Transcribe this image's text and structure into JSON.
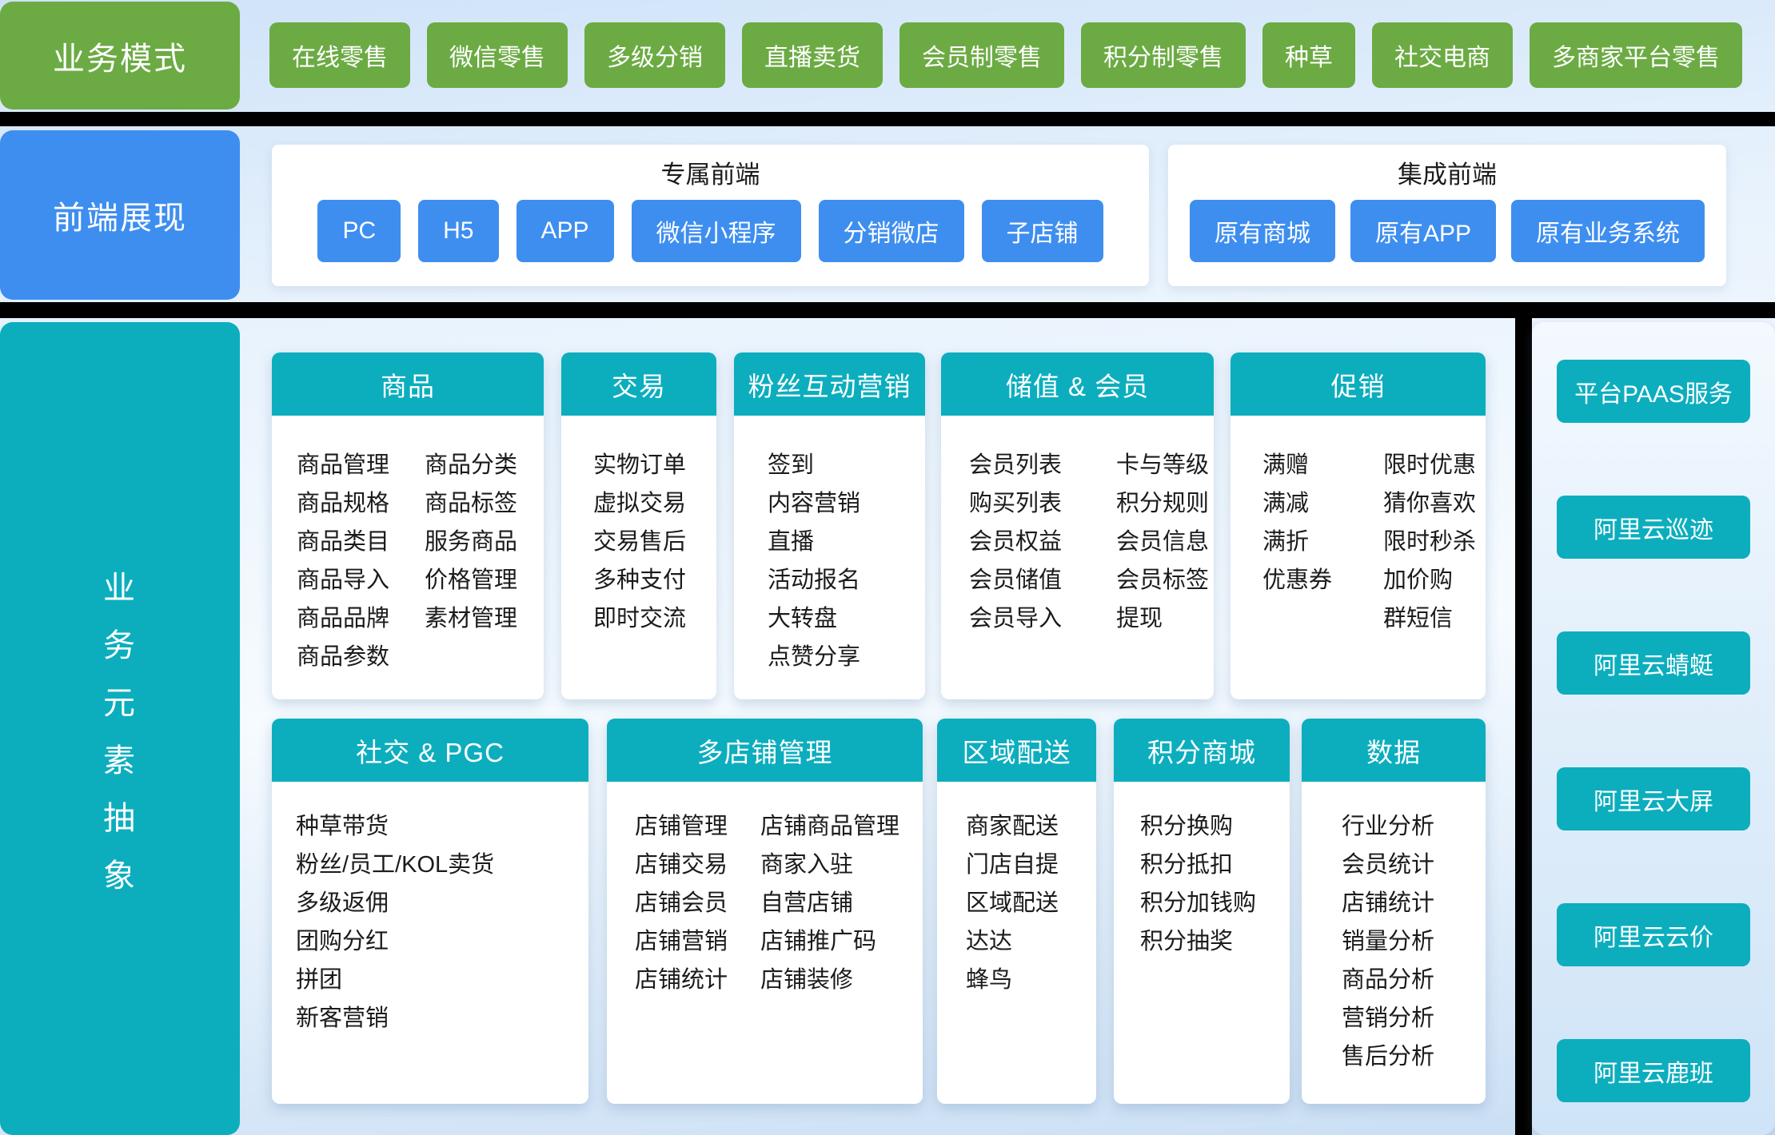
{
  "colors": {
    "green": "#6CAB44",
    "blue": "#3E8EF0",
    "teal": "#0CAEBE",
    "divider": "#000000"
  },
  "business_models": {
    "label": "业务模式",
    "items": [
      "在线零售",
      "微信零售",
      "多级分销",
      "直播卖货",
      "会员制零售",
      "积分制零售",
      "种草",
      "社交电商",
      "多商家平台零售"
    ]
  },
  "frontend": {
    "label": "前端展现",
    "dedicated": {
      "title": "专属前端",
      "buttons": [
        "PC",
        "H5",
        "APP",
        "微信小程序",
        "分销微店",
        "子店铺"
      ]
    },
    "integrated": {
      "title": "集成前端",
      "buttons": [
        "原有商城",
        "原有APP",
        "原有业务系统"
      ]
    }
  },
  "abstraction": {
    "label": "业务元素抽象",
    "cards": [
      {
        "title": "商品",
        "columns": [
          [
            "商品管理",
            "商品规格",
            "商品类目",
            "商品导入",
            "商品品牌",
            "商品参数"
          ],
          [
            "商品分类",
            "商品标签",
            "服务商品",
            "价格管理",
            "素材管理"
          ]
        ]
      },
      {
        "title": "交易",
        "columns": [
          [
            "实物订单",
            "虚拟交易",
            "交易售后",
            "多种支付",
            "即时交流"
          ]
        ]
      },
      {
        "title": "粉丝互动营销",
        "columns": [
          [
            "签到",
            "内容营销",
            "直播",
            "活动报名",
            "大转盘",
            "点赞分享"
          ]
        ]
      },
      {
        "title": "储值 & 会员",
        "columns": [
          [
            "会员列表",
            "购买列表",
            "会员权益",
            "会员储值",
            "会员导入"
          ],
          [
            "卡与等级",
            "积分规则",
            "会员信息",
            "会员标签",
            "提现"
          ]
        ]
      },
      {
        "title": "促销",
        "columns": [
          [
            "满赠",
            "满减",
            "满折",
            "优惠券"
          ],
          [
            "限时优惠",
            "猜你喜欢",
            "限时秒杀",
            "加价购",
            "群短信"
          ]
        ]
      },
      {
        "title": "社交 & PGC",
        "columns": [
          [
            "种草带货",
            "粉丝/员工/KOL卖货",
            "多级返佣",
            "团购分红",
            "拼团",
            "新客营销"
          ]
        ]
      },
      {
        "title": "多店铺管理",
        "columns": [
          [
            "店铺管理",
            "店铺交易",
            "店铺会员",
            "店铺营销",
            "店铺统计"
          ],
          [
            "店铺商品管理",
            "商家入驻",
            "自营店铺",
            "店铺推广码",
            "店铺装修"
          ]
        ]
      },
      {
        "title": "区域配送",
        "columns": [
          [
            "商家配送",
            "门店自提",
            "区域配送",
            "达达",
            "蜂鸟"
          ]
        ]
      },
      {
        "title": "积分商城",
        "columns": [
          [
            "积分换购",
            "积分抵扣",
            "积分加钱购",
            "积分抽奖"
          ]
        ]
      },
      {
        "title": "数据",
        "columns": [
          [
            "行业分析",
            "会员统计",
            "店铺统计",
            "销量分析",
            "商品分析",
            "营销分析",
            "售后分析"
          ]
        ]
      }
    ]
  },
  "paas": {
    "buttons": [
      "平台PAAS服务",
      "阿里云巡迹",
      "阿里云蜻蜓",
      "阿里云大屏",
      "阿里云云价",
      "阿里云鹿班"
    ]
  }
}
